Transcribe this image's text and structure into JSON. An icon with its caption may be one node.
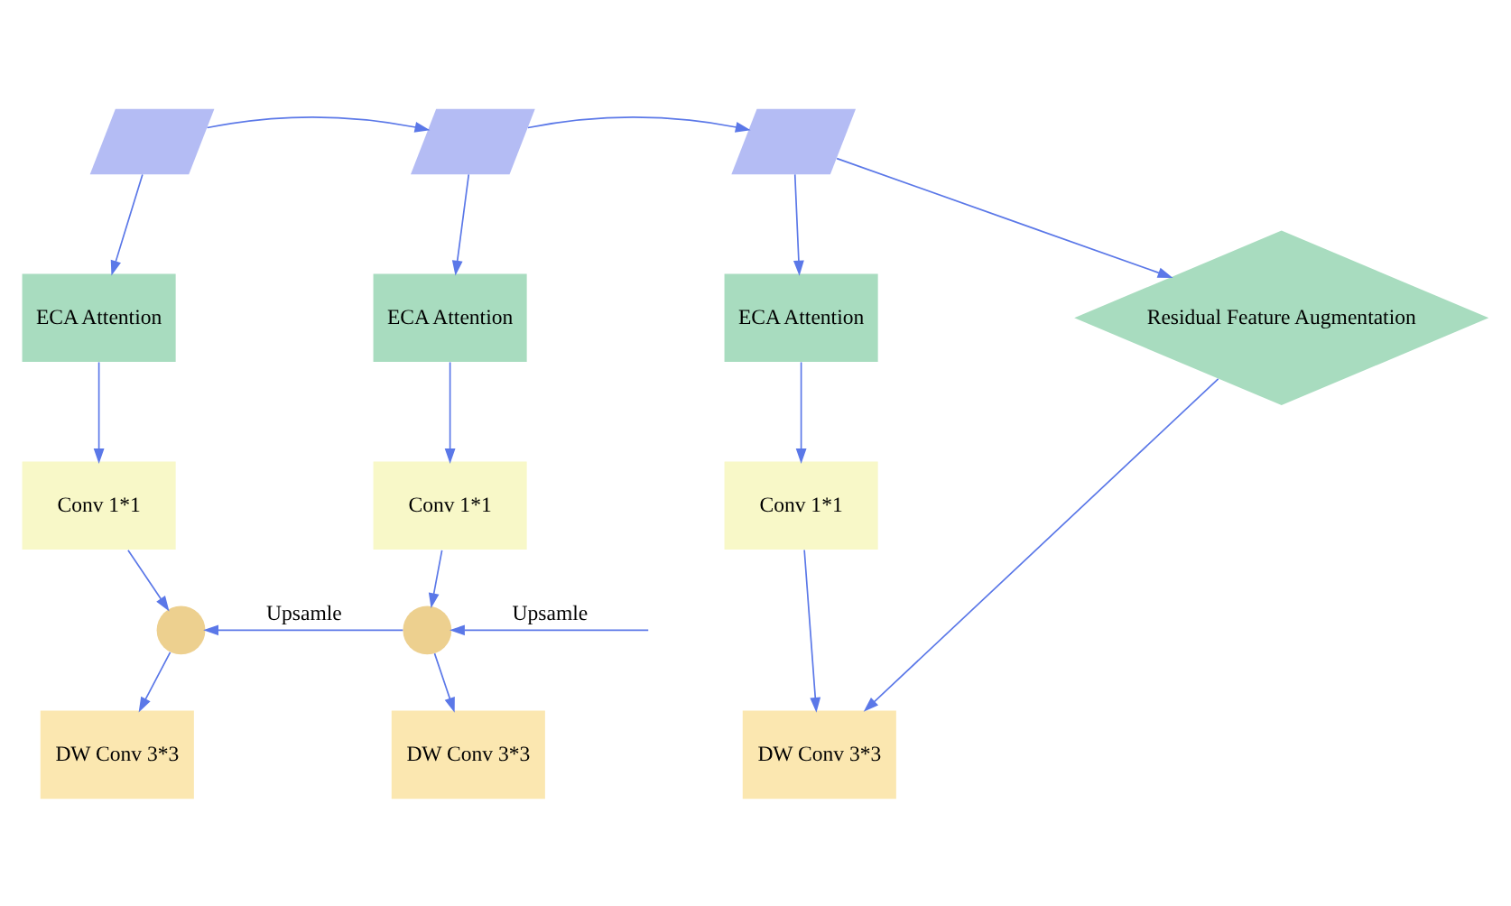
{
  "diagram": {
    "nodes": [
      {
        "text": [],
        "shape": "parallelogram"
      },
      {
        "text": [],
        "shape": "parallelogram"
      },
      {
        "text": [],
        "shape": "parallelogram"
      },
      {
        "text": [
          "ECA Attention"
        ]
      },
      {
        "text": [
          "ECA Attention"
        ]
      },
      {
        "text": [
          "ECA Attention"
        ]
      },
      {
        "text": [
          "Residual Feature Augmentation"
        ]
      },
      {
        "text": [
          "Conv 1*1"
        ]
      },
      {
        "text": [
          "Conv 1*1"
        ]
      },
      {
        "text": [
          "Conv 1*1"
        ]
      },
      {
        "text": [],
        "shape": "circle"
      },
      {
        "text": [],
        "shape": "circle"
      },
      {
        "text": [
          "DW Conv 3*3"
        ]
      },
      {
        "text": [
          "DW Conv 3*3"
        ]
      },
      {
        "text": [
          "DW Conv 3*3"
        ]
      }
    ],
    "edges": [
      {
        "from": 0,
        "to": 1,
        "arrow": "to"
      },
      {
        "from": 1,
        "to": 2,
        "arrow": "to"
      },
      {
        "from": 2,
        "to": 6,
        "arrow": "to"
      },
      {
        "from": 0,
        "to": 3,
        "arrow": "to"
      },
      {
        "from": 1,
        "to": 4,
        "arrow": "to"
      },
      {
        "from": 2,
        "to": 5,
        "arrow": "to"
      },
      {
        "from": 3,
        "to": 7,
        "arrow": "to"
      },
      {
        "from": 4,
        "to": 8,
        "arrow": "to"
      },
      {
        "from": 5,
        "to": 9,
        "arrow": "to"
      },
      {
        "from": 7,
        "to": 10,
        "arrow": "to"
      },
      {
        "from": 8,
        "to": 11,
        "arrow": "to"
      },
      {
        "from": 9,
        "to": 14,
        "arrow": "to"
      },
      {
        "from": 11,
        "to": 10,
        "arrow": "to",
        "label": "Upsamle"
      },
      {
        "from": null,
        "to": 11,
        "arrow": "to",
        "label": "Upsamle"
      },
      {
        "from": 10,
        "to": 12,
        "arrow": "to"
      },
      {
        "from": 11,
        "to": 13,
        "arrow": "to"
      },
      {
        "from": 6,
        "to": 14,
        "arrow": "to"
      }
    ]
  }
}
